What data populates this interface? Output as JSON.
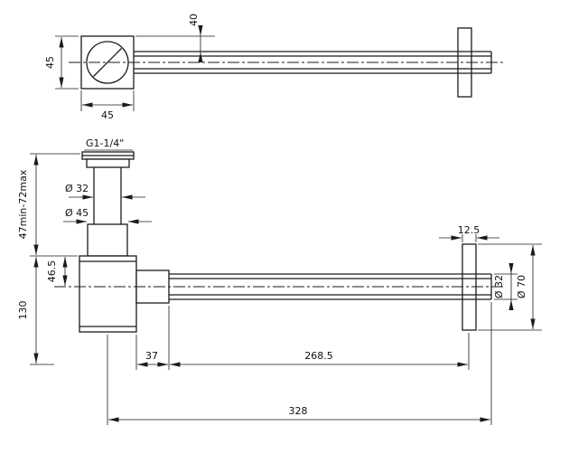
{
  "colors": {
    "background": "#ffffff",
    "line": "#1b1b1b",
    "text": "#111111"
  },
  "top_view": {
    "dim_flange_height": "45",
    "dim_flange_width": "45",
    "dim_pipe_offset": "40"
  },
  "side_view": {
    "thread_label": "G1-1/4\"",
    "dim_inlet_dia": "Ø 32",
    "dim_rosette_dia": "Ø 45",
    "dim_adjust_range": "47min-72max",
    "dim_flange_to_axis": "46.5",
    "dim_height": "130",
    "dim_wall_flange_width": "12.5",
    "dim_outlet_dia": "Ø 32",
    "dim_wall_rosette_dia": "Ø 70",
    "dim_trap_offset": "37",
    "dim_outlet_length": "268.5",
    "dim_total_length": "328"
  }
}
